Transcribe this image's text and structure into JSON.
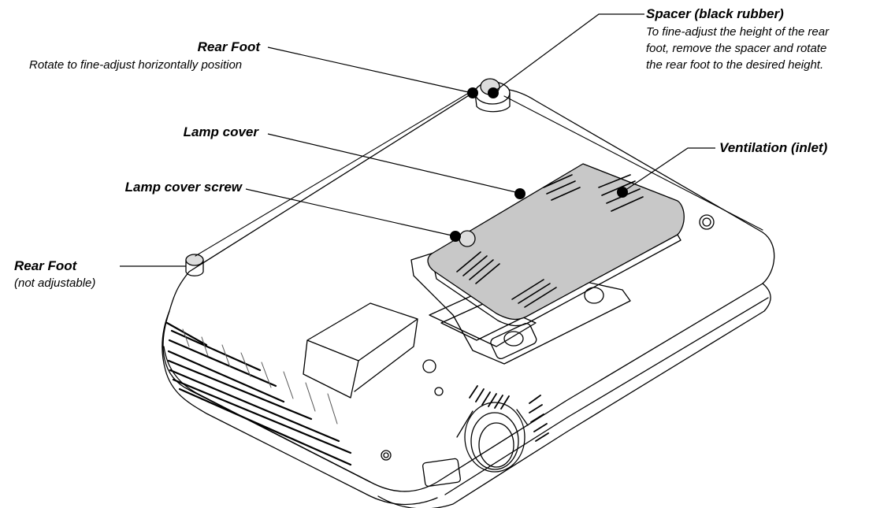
{
  "callouts": {
    "rear_foot_adjustable": {
      "title": "Rear Foot",
      "description": "Rotate to fine-adjust horizontally position"
    },
    "spacer": {
      "title": "Spacer (black rubber)",
      "description_lines": [
        "To fine-adjust the height of the rear",
        "foot, remove the spacer and rotate",
        "the rear foot to the desired height."
      ]
    },
    "lamp_cover": {
      "title": "Lamp cover"
    },
    "ventilation": {
      "title": "Ventilation (inlet)"
    },
    "lamp_cover_screw": {
      "title": "Lamp cover screw"
    },
    "rear_foot_fixed": {
      "title": "Rear Foot",
      "description": "(not adjustable)"
    }
  },
  "colors": {
    "outline": "#000000",
    "body_fill": "#ffffff",
    "lamp_cover_fill": "#c8c8c8",
    "callout_dot": "#000000"
  }
}
